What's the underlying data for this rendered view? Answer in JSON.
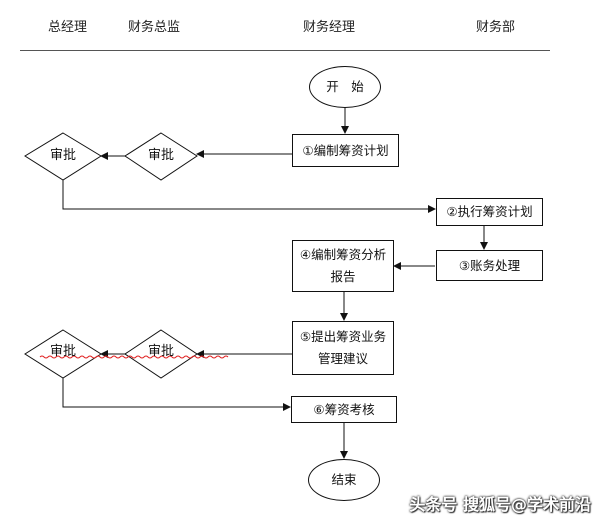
{
  "lanes": [
    "总经理",
    "财务总监",
    "财务经理",
    "财务部"
  ],
  "nodes": {
    "start": "开　始",
    "step1": "①编制筹资计划",
    "approve_director_1": "审批",
    "approve_gm_1": "审批",
    "step2": "②执行筹资计划",
    "step3": "③账务处理",
    "step4_line1": "④编制筹资分析",
    "step4_line2": "报告",
    "step5_line1": "⑤提出筹资业务",
    "step5_line2": "管理建议",
    "approve_director_2": "审批",
    "approve_gm_2": "审批",
    "step6": "⑥筹资考核",
    "end": "结束"
  },
  "watermark": "头条号 搜狐号@学术前沿"
}
